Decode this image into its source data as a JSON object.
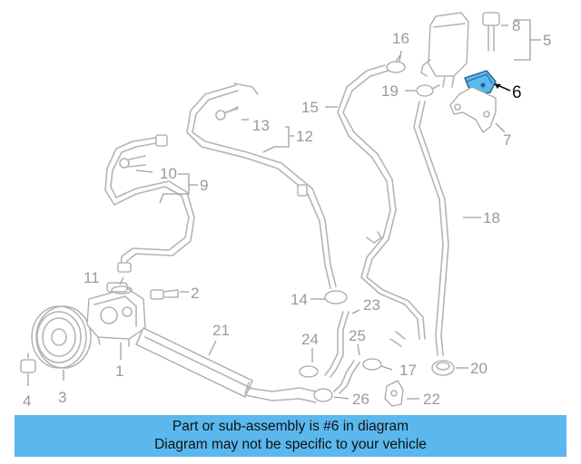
{
  "diagram": {
    "callouts": [
      "1",
      "2",
      "3",
      "4",
      "5",
      "6",
      "7",
      "8",
      "9",
      "10",
      "11",
      "12",
      "13",
      "14",
      "15",
      "16",
      "17",
      "18",
      "19",
      "20",
      "21",
      "22",
      "23",
      "24",
      "25",
      "26"
    ],
    "highlight_color": "#5bb8ee"
  },
  "banner": {
    "line1": "Part or sub-assembly is #6 in diagram",
    "line2": "Diagram may not be specific to your vehicle",
    "background": "#5bb8ee"
  }
}
